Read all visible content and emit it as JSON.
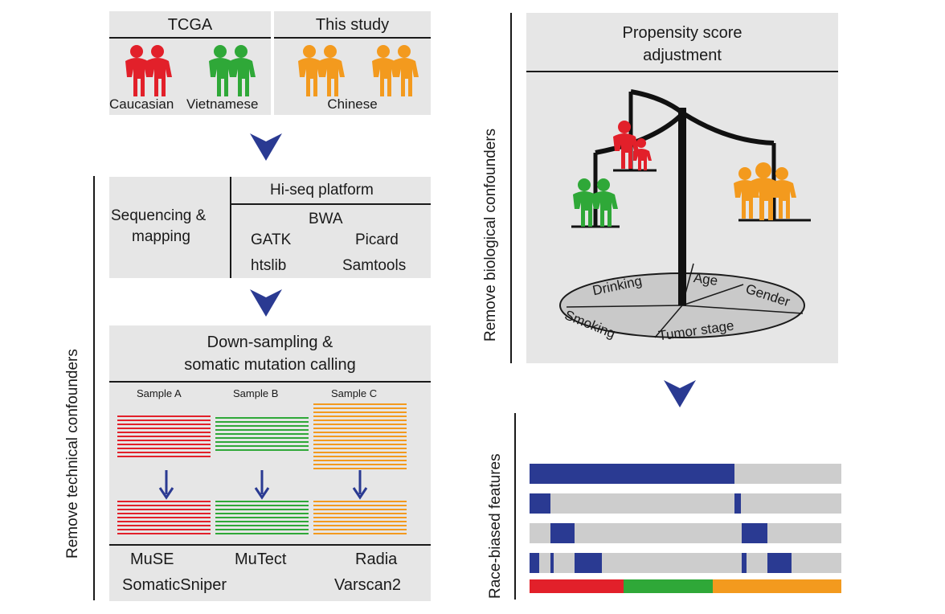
{
  "populations": {
    "tcga_title": "TCGA",
    "study_title": "This study",
    "caucasian": "Caucasian",
    "vietnamese": "Vietnamese",
    "chinese": "Chinese"
  },
  "colors": {
    "red": "#e2202a",
    "green": "#2fa838",
    "orange": "#f39a1e",
    "navy": "#2a3a92",
    "panel": "#e6e6e6",
    "track": "#cdcdcd"
  },
  "sequencing": {
    "label_line1": "Sequencing &",
    "label_line2": "mapping",
    "platform": "Hi-seq platform",
    "tools": {
      "bwa": "BWA",
      "gatk": "GATK",
      "picard": "Picard",
      "htslib": "htslib",
      "samtools": "Samtools"
    }
  },
  "calling": {
    "title_line1": "Down-sampling &",
    "title_line2": "somatic mutation calling",
    "samples": [
      "Sample A",
      "Sample B",
      "Sample C"
    ],
    "callers": {
      "muse": "MuSE",
      "mutect": "MuTect",
      "radia": "Radia",
      "somaticsniper": "SomaticSniper",
      "varscan2": "Varscan2"
    }
  },
  "side_labels": {
    "technical": "Remove technical confounders",
    "biological": "Remove biological confounders",
    "race": "Race-biased features"
  },
  "propensity": {
    "title_line1": "Propensity score",
    "title_line2": "adjustment",
    "factors": [
      "Drinking",
      "Age",
      "Gender",
      "Smoking",
      "Tumor stage"
    ]
  },
  "icons": [
    "people-pair-icon",
    "down-arrow-icon",
    "balance-scale-icon"
  ]
}
